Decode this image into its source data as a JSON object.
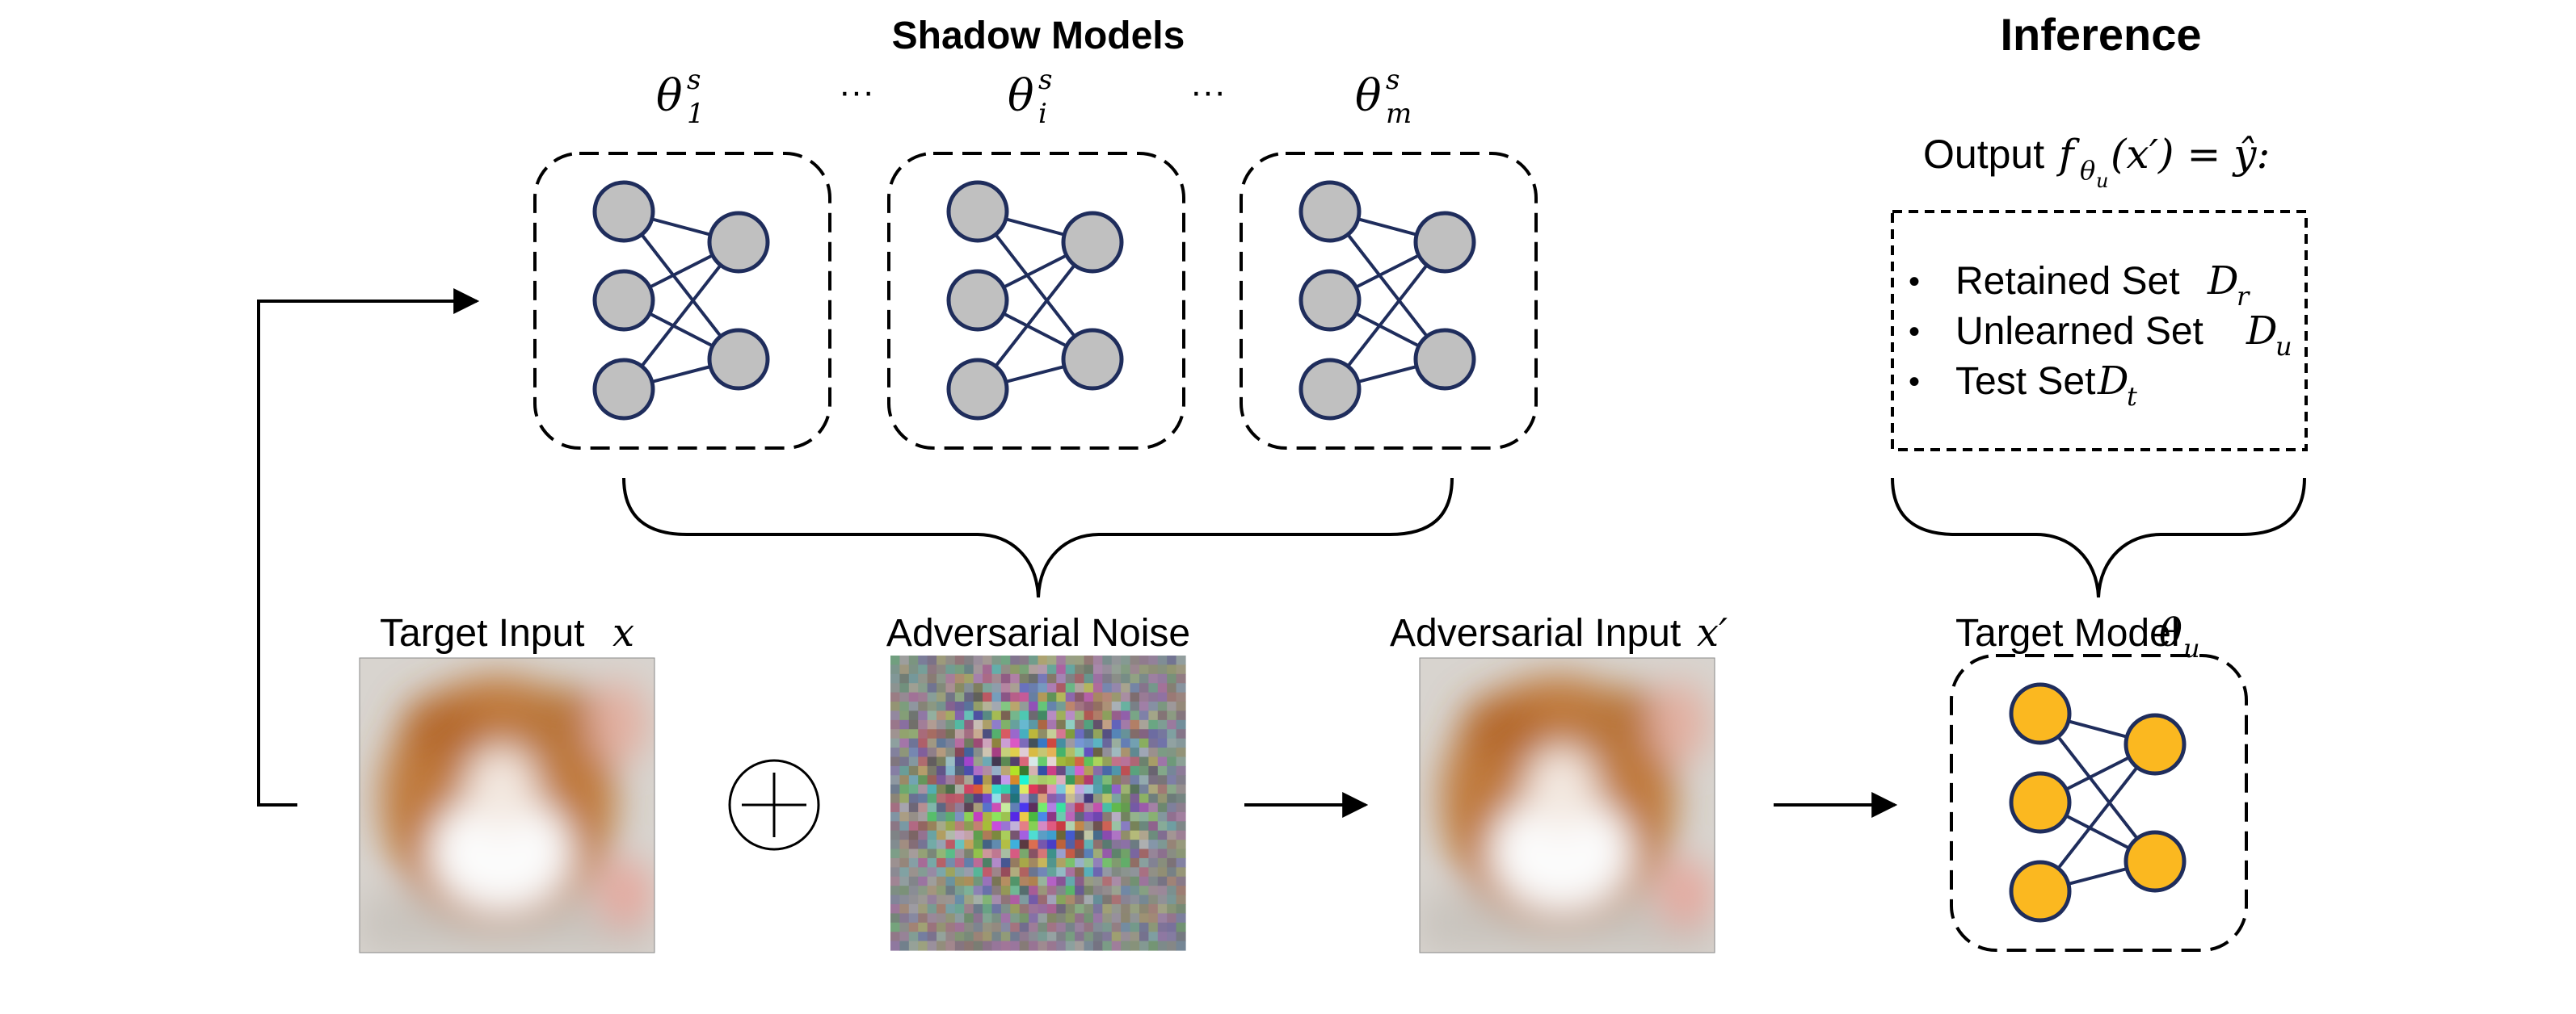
{
  "headers": {
    "shadow_models": "Shadow Models",
    "inference": "Inference"
  },
  "shadow_models": {
    "labels": [
      {
        "base": "θ",
        "sup": "s",
        "sub": "1"
      },
      {
        "base": "θ",
        "sup": "s",
        "sub": "i"
      },
      {
        "base": "θ",
        "sup": "s",
        "sub": "m"
      }
    ],
    "ellipsis": "···"
  },
  "inference": {
    "output_prefix": "Output ",
    "output_expr": "f",
    "output_sub": "θ",
    "output_subsub": "u",
    "output_rest": "(x′) = ŷ:",
    "items": [
      {
        "text": "Retained Set ",
        "var": "D",
        "sub": "r"
      },
      {
        "text": "Unlearned Set ",
        "var": "D",
        "sub": "u"
      },
      {
        "text": "Test Set ",
        "var": "D",
        "sub": "t"
      }
    ],
    "bullet": "•"
  },
  "bottom": {
    "target_input": {
      "text": "Target Input ",
      "var": "x"
    },
    "adversarial_noise": "Adversarial Noise",
    "adversarial_input": {
      "text": "Adversarial Input ",
      "var": "x′"
    },
    "target_model": {
      "text": "Target Model ",
      "var": "θ",
      "sub": "u"
    },
    "plus_symbol": "+"
  },
  "colors": {
    "shadow_node": "#c0c0c0",
    "target_node": "#fbb820",
    "edge": "#1f2d5c",
    "stroke": "#000000"
  }
}
